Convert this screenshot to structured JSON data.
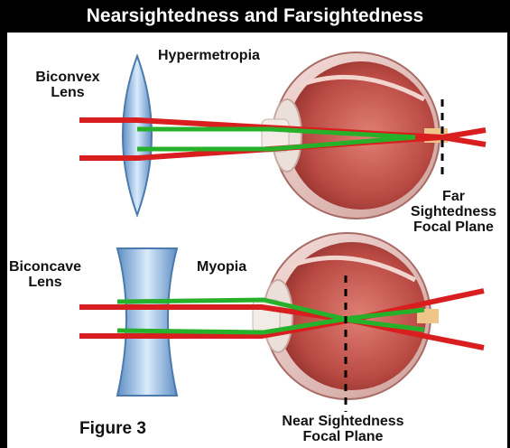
{
  "title": "Nearsightedness and Farsightedness",
  "top": {
    "condition": "Hypermetropia",
    "lens_line1": "Biconvex",
    "lens_line2": "Lens",
    "plane_line1": "Far",
    "plane_line2": "Sightedness",
    "plane_line3": "Focal Plane"
  },
  "bottom": {
    "condition": "Myopia",
    "lens_line1": "Biconcave",
    "lens_line2": "Lens",
    "plane_line1": "Near Sightedness",
    "plane_line2": "Focal Plane"
  },
  "caption": "Figure 3",
  "colors": {
    "background": "#000000",
    "panel": "#ffffff",
    "ray_red": "#d81e1e",
    "ray_green": "#27b02a",
    "lens": "#9ec3e6",
    "eye_tissue": "#c8584f",
    "sclera": "#e9c9c3"
  }
}
